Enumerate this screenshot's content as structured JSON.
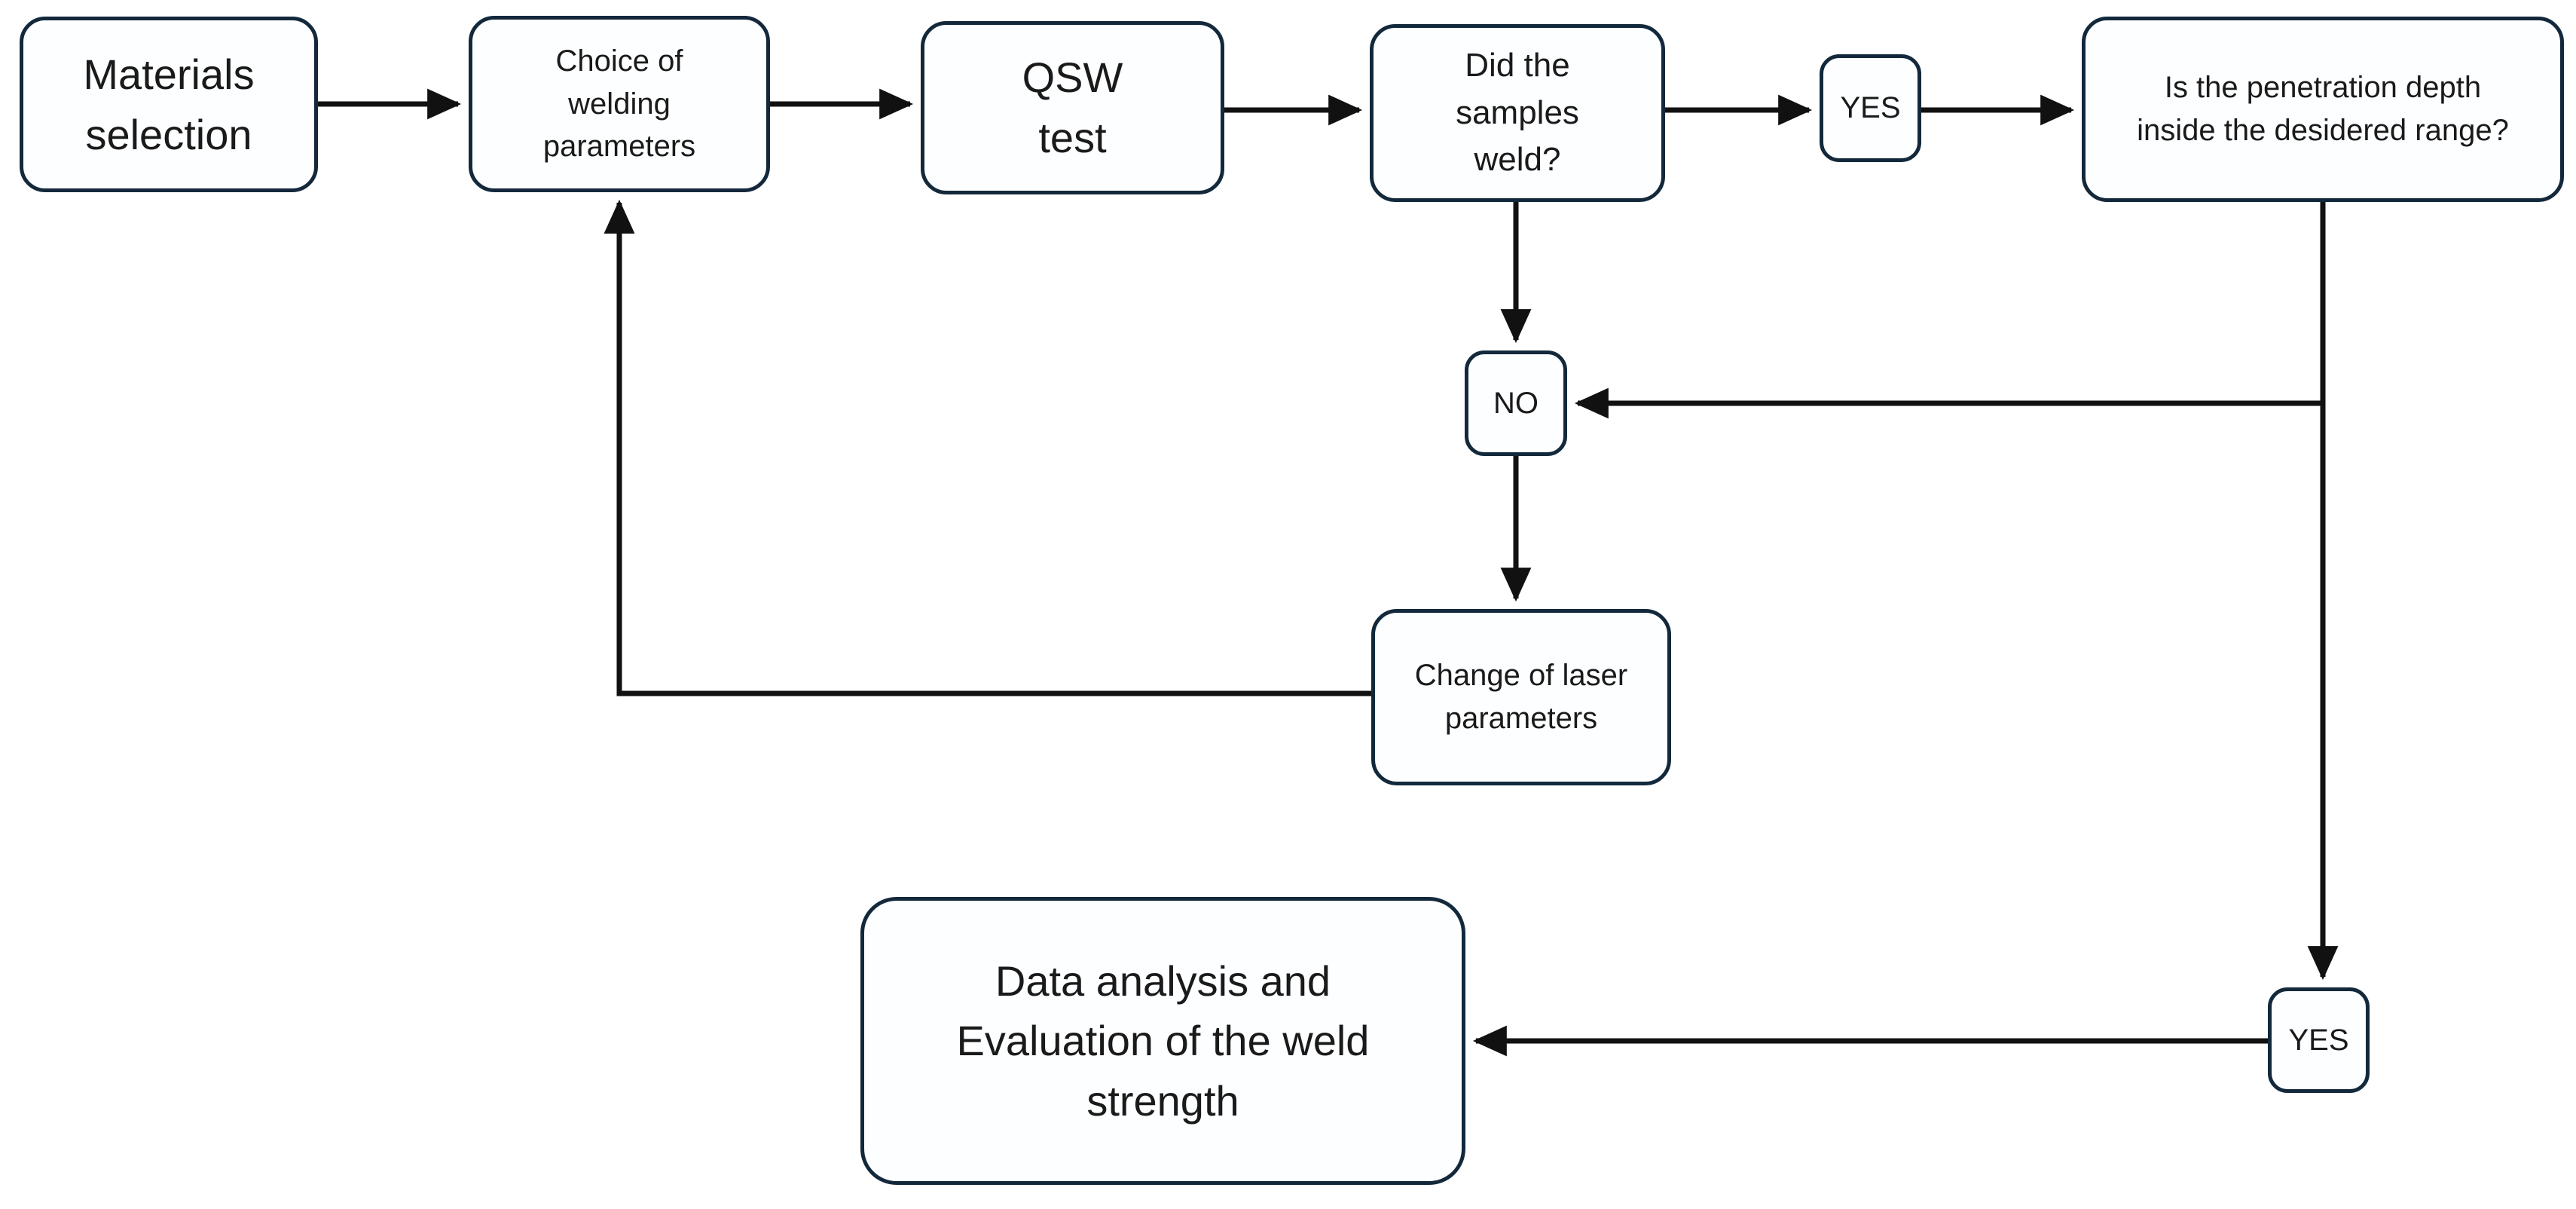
{
  "diagram": {
    "title": "Laser welding process flowchart",
    "colors": {
      "node_border": "#13293b",
      "node_fill": "#fdfeff",
      "edge": "#111111",
      "text": "#1a1a1a",
      "background": "#ffffff"
    },
    "nodes": [
      {
        "id": "materials",
        "label": "Materials\nselection"
      },
      {
        "id": "choice",
        "label": "Choice of\nwelding\nparameters"
      },
      {
        "id": "qsw",
        "label": "QSW\ntest"
      },
      {
        "id": "didweld",
        "label": "Did the\nsamples\nweld?"
      },
      {
        "id": "yes_top",
        "label": "YES"
      },
      {
        "id": "penetration",
        "label": "Is the penetration depth\ninside the desidered range?"
      },
      {
        "id": "no",
        "label": "NO"
      },
      {
        "id": "change",
        "label": "Change of laser\nparameters"
      },
      {
        "id": "dataanalysis",
        "label": "Data analysis and\nEvaluation of the weld\nstrength"
      },
      {
        "id": "yes_bottom",
        "label": "YES"
      }
    ],
    "edges": [
      {
        "from": "materials",
        "to": "choice",
        "label": ""
      },
      {
        "from": "choice",
        "to": "qsw",
        "label": ""
      },
      {
        "from": "qsw",
        "to": "didweld",
        "label": ""
      },
      {
        "from": "didweld",
        "to": "yes_top",
        "label": ""
      },
      {
        "from": "yes_top",
        "to": "penetration",
        "label": ""
      },
      {
        "from": "didweld",
        "to": "no",
        "label": ""
      },
      {
        "from": "penetration",
        "to": "no",
        "label": ""
      },
      {
        "from": "no",
        "to": "change",
        "label": ""
      },
      {
        "from": "change",
        "to": "choice",
        "label": ""
      },
      {
        "from": "penetration",
        "to": "yes_bottom",
        "label": ""
      },
      {
        "from": "yes_bottom",
        "to": "dataanalysis",
        "label": ""
      }
    ]
  }
}
